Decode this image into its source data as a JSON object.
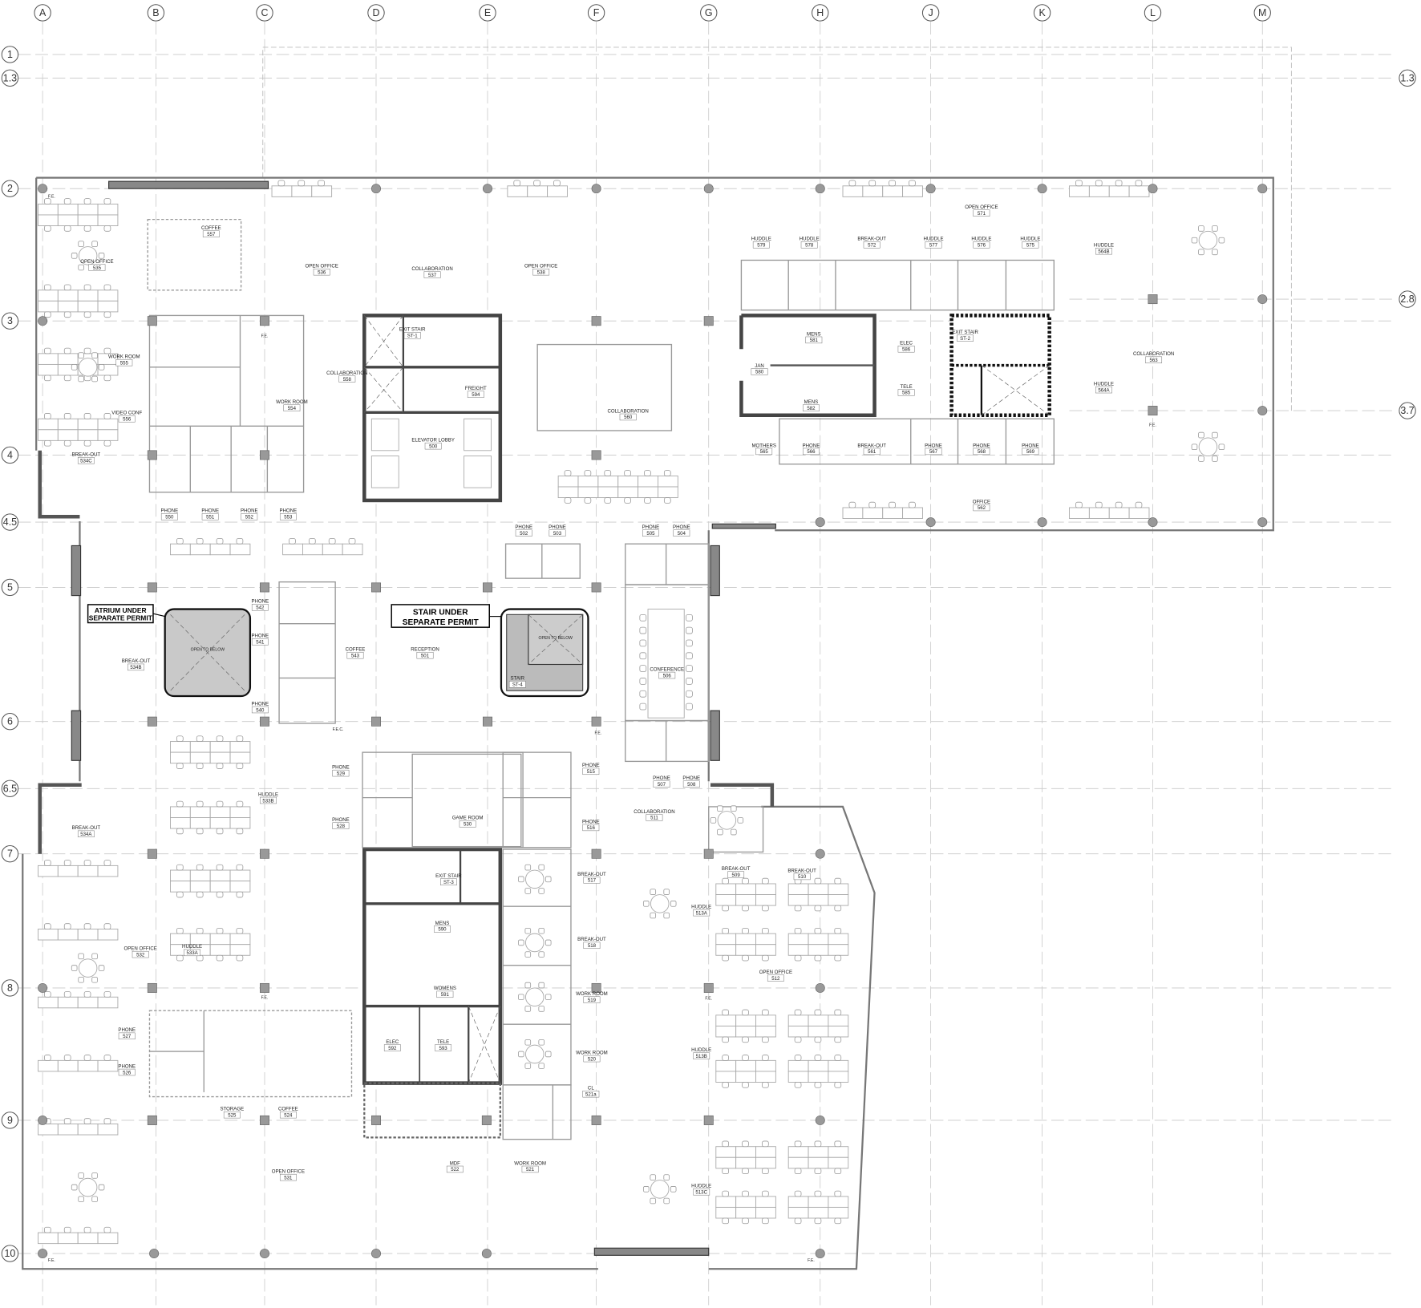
{
  "grid": {
    "columns": [
      "A",
      "B",
      "C",
      "D",
      "E",
      "F",
      "G",
      "H",
      "J",
      "K",
      "L",
      "M"
    ],
    "rows": [
      "1",
      "1.3",
      "2",
      "2.8",
      "3",
      "3.7",
      "4",
      "4.5",
      "5",
      "6",
      "6.5",
      "7",
      "8",
      "9",
      "10"
    ],
    "right_markers": [
      "1.3",
      "2.8",
      "3.7"
    ]
  },
  "notes": {
    "atrium": [
      "ATRIUM UNDER",
      "SEPARATE PERMIT"
    ],
    "stair": [
      "STAIR UNDER",
      "SEPARATE PERMIT"
    ],
    "open_to_below": "OPEN TO BELOW",
    "fe": "F.E.",
    "fec": "F.E.C."
  },
  "rooms": [
    {
      "name": "OPEN OFFICE",
      "number": "535"
    },
    {
      "name": "COFFEE",
      "number": "557"
    },
    {
      "name": "OPEN OFFICE",
      "number": "536"
    },
    {
      "name": "COLLABORATION",
      "number": "537"
    },
    {
      "name": "OPEN OFFICE",
      "number": "538"
    },
    {
      "name": "HUDDLE",
      "number": "579"
    },
    {
      "name": "HUDDLE",
      "number": "578"
    },
    {
      "name": "BREAK-OUT",
      "number": "572"
    },
    {
      "name": "HUDDLE",
      "number": "577"
    },
    {
      "name": "OPEN OFFICE",
      "number": "571"
    },
    {
      "name": "HUDDLE",
      "number": "576"
    },
    {
      "name": "HUDDLE",
      "number": "575"
    },
    {
      "name": "HUDDLE",
      "number": "564B"
    },
    {
      "name": "WORK ROOM",
      "number": "555"
    },
    {
      "name": "VIDEO CONF",
      "number": "556"
    },
    {
      "name": "WORK ROOM",
      "number": "554"
    },
    {
      "name": "COLLABORATION",
      "number": "558"
    },
    {
      "name": "EXIT STAIR",
      "number": "ST-1"
    },
    {
      "name": "FREIGHT",
      "number": "594"
    },
    {
      "name": "ELEVATOR LOBBY",
      "number": "500"
    },
    {
      "name": "COLLABORATION",
      "number": "560"
    },
    {
      "name": "MENS",
      "number": "581"
    },
    {
      "name": "JAN",
      "number": "580"
    },
    {
      "name": "MENS",
      "number": "582"
    },
    {
      "name": "ELEC",
      "number": "586"
    },
    {
      "name": "TELE",
      "number": "585"
    },
    {
      "name": "EXIT STAIR",
      "number": "ST-2"
    },
    {
      "name": "HUDDLE",
      "number": "564A"
    },
    {
      "name": "COLLABORATION",
      "number": "563"
    },
    {
      "name": "MOTHERS",
      "number": "565"
    },
    {
      "name": "PHONE",
      "number": "566"
    },
    {
      "name": "BREAK-OUT",
      "number": "561"
    },
    {
      "name": "PHONE",
      "number": "567"
    },
    {
      "name": "PHONE",
      "number": "568"
    },
    {
      "name": "PHONE",
      "number": "569"
    },
    {
      "name": "OFFICE",
      "number": "562"
    },
    {
      "name": "BREAK-OUT",
      "number": "534C"
    },
    {
      "name": "PHONE",
      "number": "550"
    },
    {
      "name": "PHONE",
      "number": "551"
    },
    {
      "name": "PHONE",
      "number": "552"
    },
    {
      "name": "PHONE",
      "number": "553"
    },
    {
      "name": "PHONE",
      "number": "502"
    },
    {
      "name": "PHONE",
      "number": "503"
    },
    {
      "name": "PHONE",
      "number": "505"
    },
    {
      "name": "PHONE",
      "number": "504"
    },
    {
      "name": "BREAK-OUT",
      "number": "534B"
    },
    {
      "name": "PHONE",
      "number": "542"
    },
    {
      "name": "PHONE",
      "number": "541"
    },
    {
      "name": "PHONE",
      "number": "540"
    },
    {
      "name": "COFFEE",
      "number": "543"
    },
    {
      "name": "RECEPTION",
      "number": "501"
    },
    {
      "name": "STAIR",
      "number": "ST-4"
    },
    {
      "name": "CONFERENCE",
      "number": "506"
    },
    {
      "name": "PHONE",
      "number": "507"
    },
    {
      "name": "PHONE",
      "number": "508"
    },
    {
      "name": "PHONE",
      "number": "529"
    },
    {
      "name": "PHONE",
      "number": "528"
    },
    {
      "name": "HUDDLE",
      "number": "533B"
    },
    {
      "name": "BREAK-OUT",
      "number": "534A"
    },
    {
      "name": "GAME ROOM",
      "number": "530"
    },
    {
      "name": "PHONE",
      "number": "515"
    },
    {
      "name": "PHONE",
      "number": "516"
    },
    {
      "name": "COLLABORATION",
      "number": "511"
    },
    {
      "name": "BREAK-OUT",
      "number": "509"
    },
    {
      "name": "BREAK-OUT",
      "number": "510"
    },
    {
      "name": "EXIT STAIR",
      "number": "ST-3"
    },
    {
      "name": "BREAK-OUT",
      "number": "517"
    },
    {
      "name": "BREAK-OUT",
      "number": "518"
    },
    {
      "name": "HUDDLE",
      "number": "513A"
    },
    {
      "name": "MENS",
      "number": "590"
    },
    {
      "name": "HUDDLE",
      "number": "533A"
    },
    {
      "name": "OPEN OFFICE",
      "number": "532"
    },
    {
      "name": "WOMENS",
      "number": "591"
    },
    {
      "name": "OPEN OFFICE",
      "number": "512"
    },
    {
      "name": "WORK ROOM",
      "number": "519"
    },
    {
      "name": "WORK ROOM",
      "number": "520"
    },
    {
      "name": "PHONE",
      "number": "527"
    },
    {
      "name": "PHONE",
      "number": "526"
    },
    {
      "name": "ELEC",
      "number": "592"
    },
    {
      "name": "TELE",
      "number": "593"
    },
    {
      "name": "HUDDLE",
      "number": "513B"
    },
    {
      "name": "CL",
      "number": "521a"
    },
    {
      "name": "STORAGE",
      "number": "525"
    },
    {
      "name": "COFFEE",
      "number": "524"
    },
    {
      "name": "MDF",
      "number": "522"
    },
    {
      "name": "WORK ROOM",
      "number": "521"
    },
    {
      "name": "OPEN OFFICE",
      "number": "531"
    },
    {
      "name": "HUDDLE",
      "number": "513C"
    }
  ]
}
